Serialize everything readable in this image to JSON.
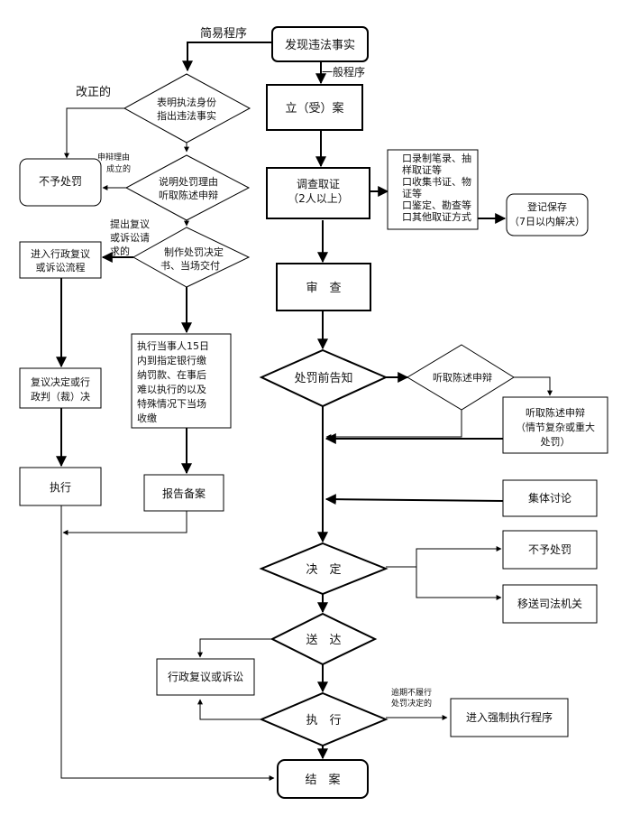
{
  "header_text": "",
  "labels": {
    "simple_procedure": "简易程序",
    "general_procedure": "一般程序",
    "corrected": "改正的",
    "reason_established": [
      "申辩理由",
      "成立的"
    ],
    "appeal_request": [
      "提出复议",
      "或诉讼请",
      "求的"
    ],
    "overdue": [
      "逾期不履行",
      "处罚决定的"
    ]
  },
  "nodes": {
    "discover": "发现违法事实",
    "identity": [
      "表明执法身份",
      "指出违法事实"
    ],
    "no_penalty_left": "不予处罚",
    "explain_reason": [
      "说明处罚理由",
      "听取陈述申辩"
    ],
    "make_decision": [
      "制作处罚决定",
      "书、当场交付"
    ],
    "enter_review": [
      "进入行政复议",
      "或诉讼流程"
    ],
    "pay_fine": [
      "执行当事人15日",
      "内到指定银行缴",
      "纳罚款、在事后",
      "难以执行的以及",
      "特殊情况下当场",
      "收缴"
    ],
    "review_result": [
      "复议决定或行",
      "政判（裁）决"
    ],
    "execute_left": "执行",
    "report_file": "报告备案",
    "register": "立（受）案",
    "investigate": [
      "调查取证",
      "（2人以上）"
    ],
    "evidence_methods": [
      "口录制笔录、抽",
      "样取证等",
      "口收集书证、物",
      "证等",
      "口鉴定、勘查等",
      "口其他取证方式"
    ],
    "register_save": [
      "登记保存",
      "（7日以内解决）"
    ],
    "review": "审　查",
    "pre_notice": "处罚前告知",
    "hear_statement": "听取陈述申辩",
    "hearing": [
      "听取陈述申辩",
      "（情节复杂或重大",
      "处罚）"
    ],
    "collective": "集体讨论",
    "decide": "决　定",
    "no_penalty_right": "不予处罚",
    "transfer": "移送司法机关",
    "deliver": "送　达",
    "admin_review": "行政复议或诉讼",
    "execute_main": "执　行",
    "enforce": "进入强制执行程序",
    "close_case": "结　案"
  }
}
